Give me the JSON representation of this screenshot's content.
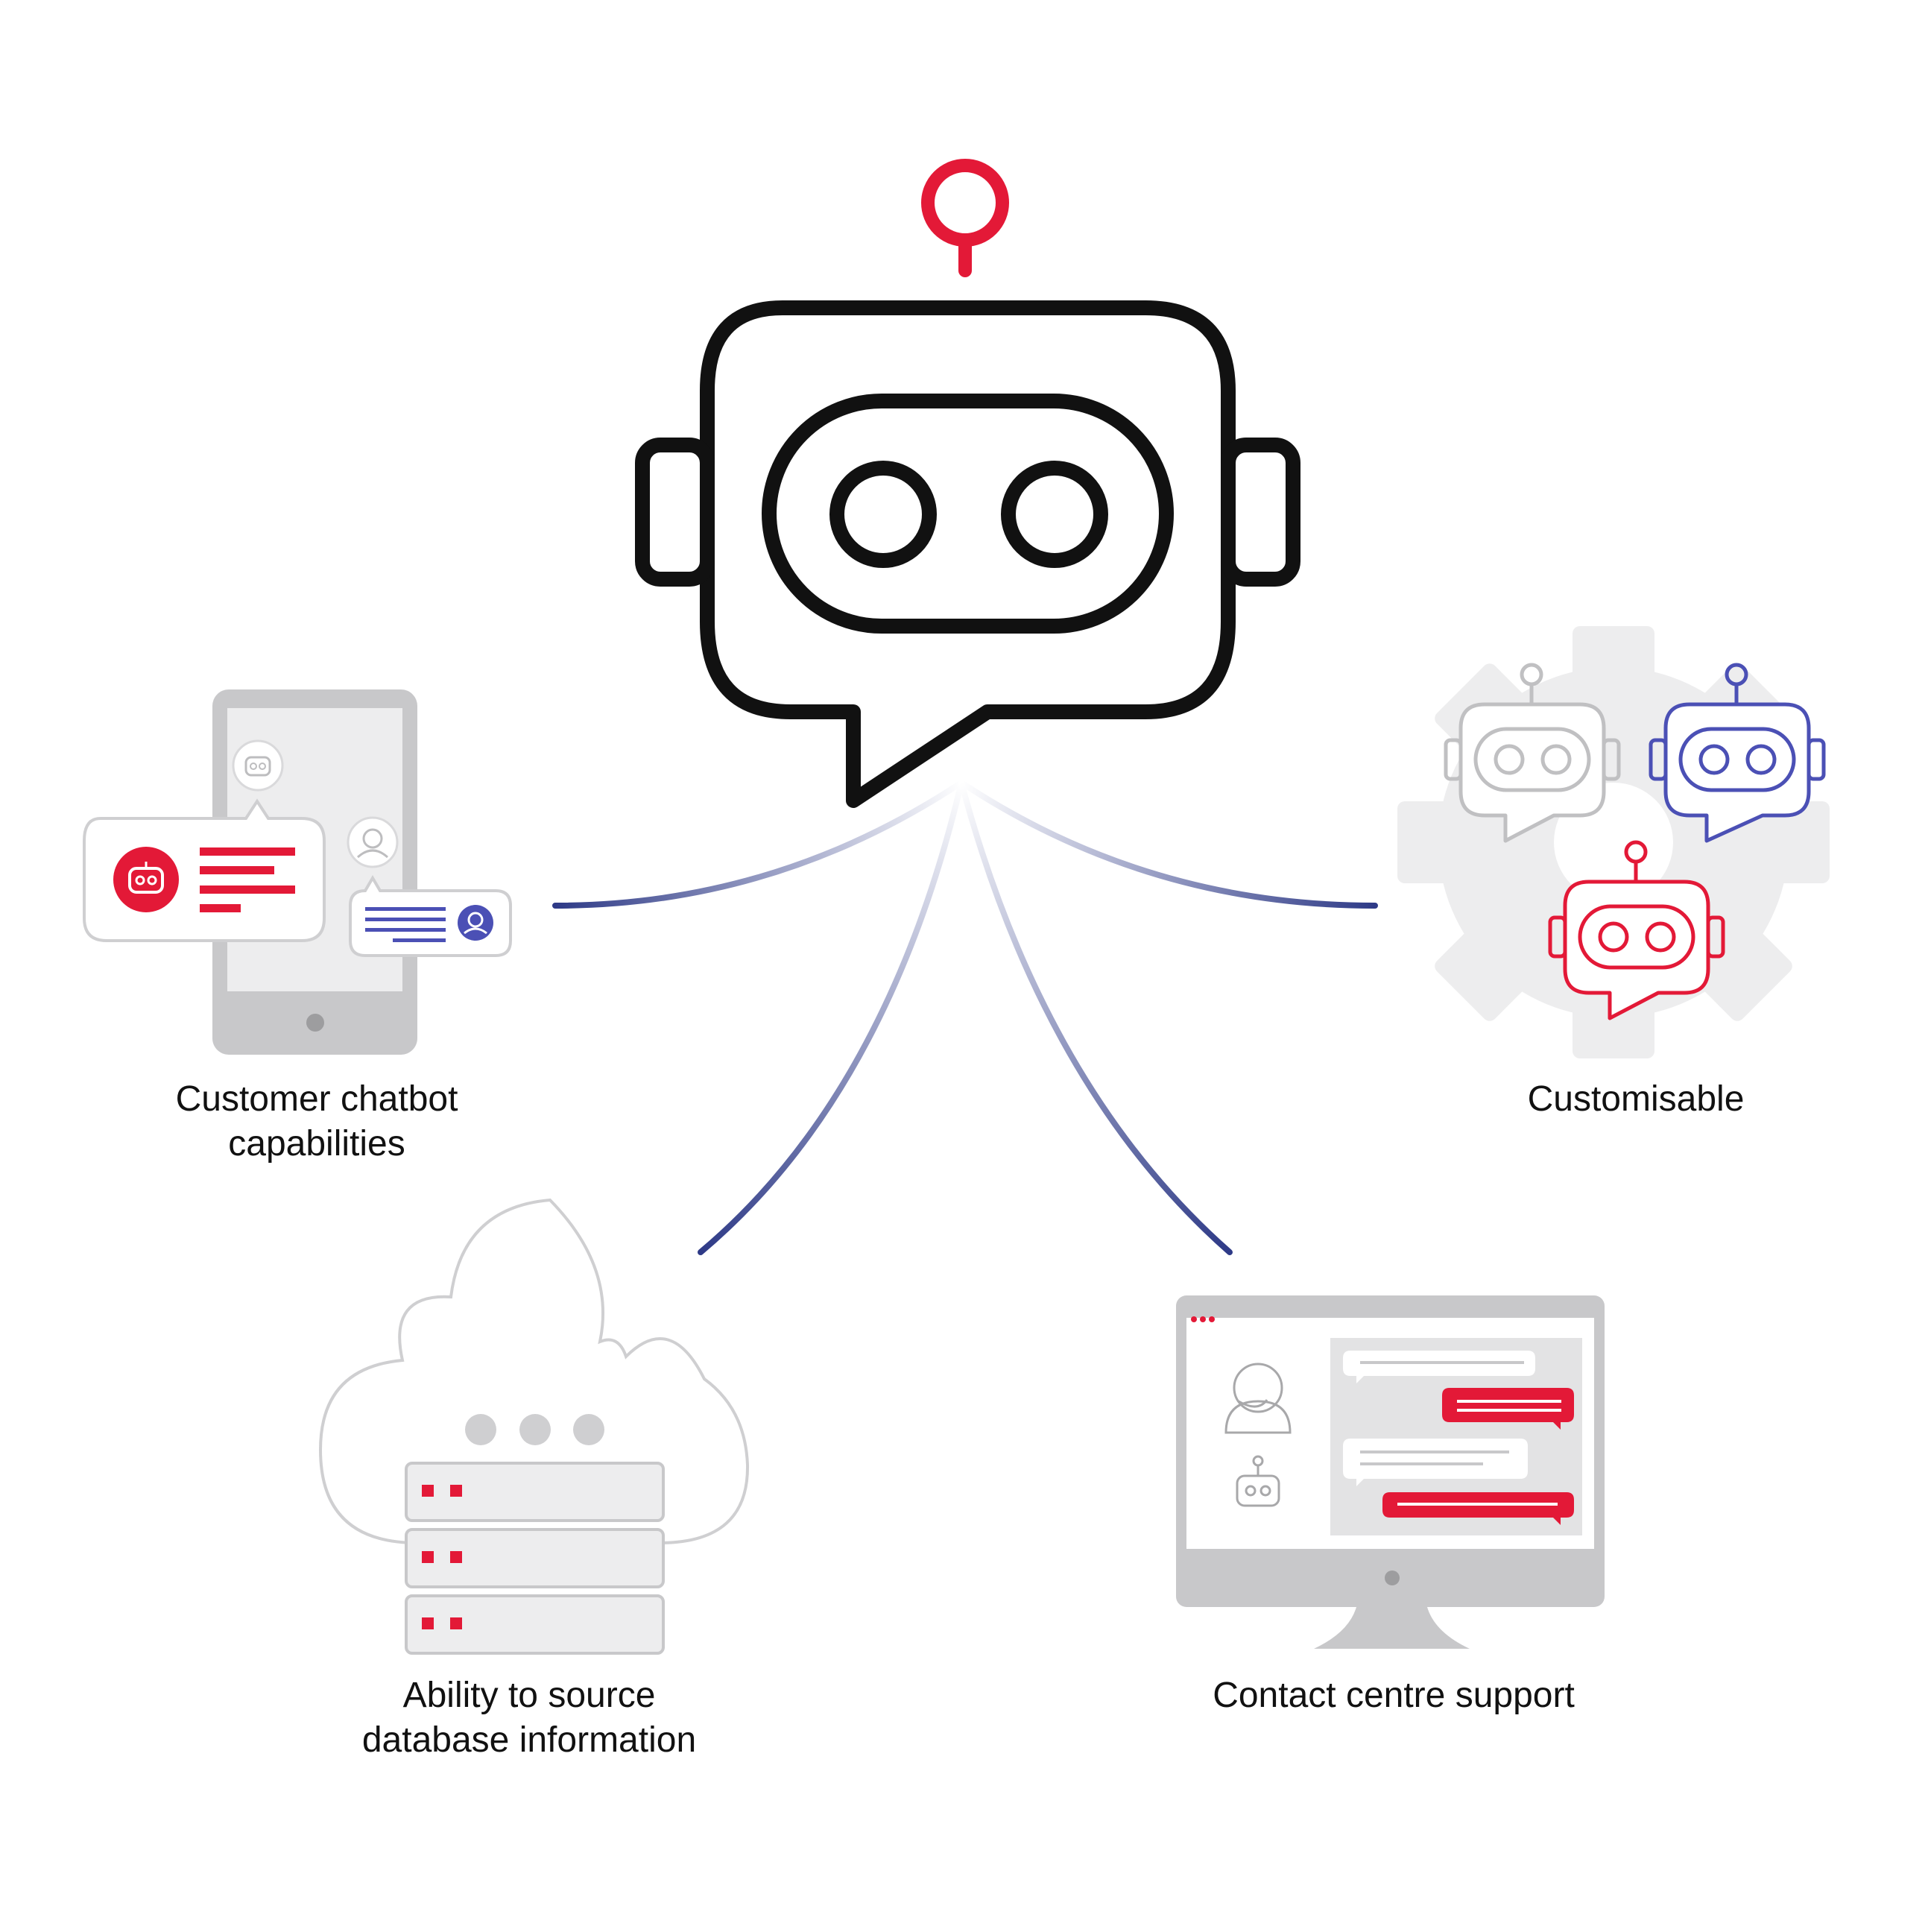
{
  "colors": {
    "ink": "#111111",
    "red": "#e31937",
    "indigo": "#4b50b5",
    "grey": "#c8c8ca",
    "light_grey": "#ededee",
    "line_dark": "#2e3a87"
  },
  "icons": {
    "hub": "robot-chat-icon",
    "phone": "smartphone-chat-icon",
    "gear": "gear-robots-icon",
    "cloud": "cloud-database-icon",
    "monitor": "monitor-chat-icon"
  },
  "nodes": {
    "customer_chatbot": {
      "line1": "Customer chatbot",
      "line2": "capabilities"
    },
    "customisable": {
      "line1": "Customisable"
    },
    "database": {
      "line1": "Ability to source",
      "line2": "database information"
    },
    "contact_centre": {
      "line1": "Contact centre support"
    }
  }
}
